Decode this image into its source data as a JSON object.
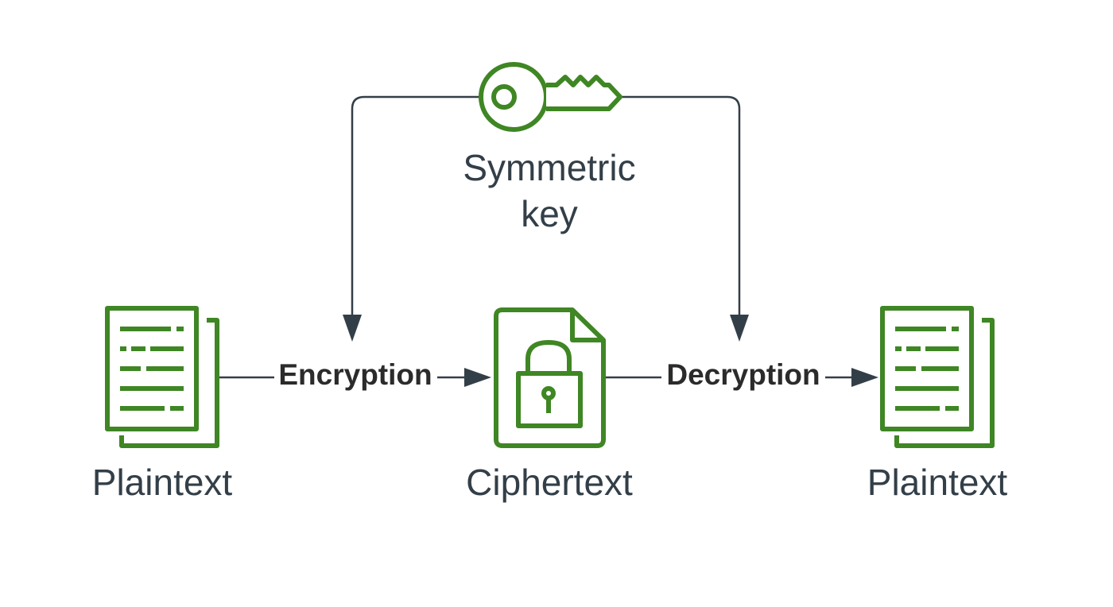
{
  "nodes": {
    "key": {
      "label_line1": "Symmetric",
      "label_line2": "key",
      "icon": "key-icon"
    },
    "plaintext_left": {
      "label": "Plaintext",
      "icon": "document-icon"
    },
    "ciphertext": {
      "label": "Ciphertext",
      "icon": "locked-document-icon"
    },
    "plaintext_right": {
      "label": "Plaintext",
      "icon": "document-icon"
    }
  },
  "edges": {
    "encryption": {
      "label": "Encryption"
    },
    "decryption": {
      "label": "Decryption"
    }
  },
  "colors": {
    "icon": "#3f8624",
    "connector": "#333f48",
    "text": "#333f48",
    "edge_text": "#2b2b2b",
    "background": "#ffffff"
  }
}
